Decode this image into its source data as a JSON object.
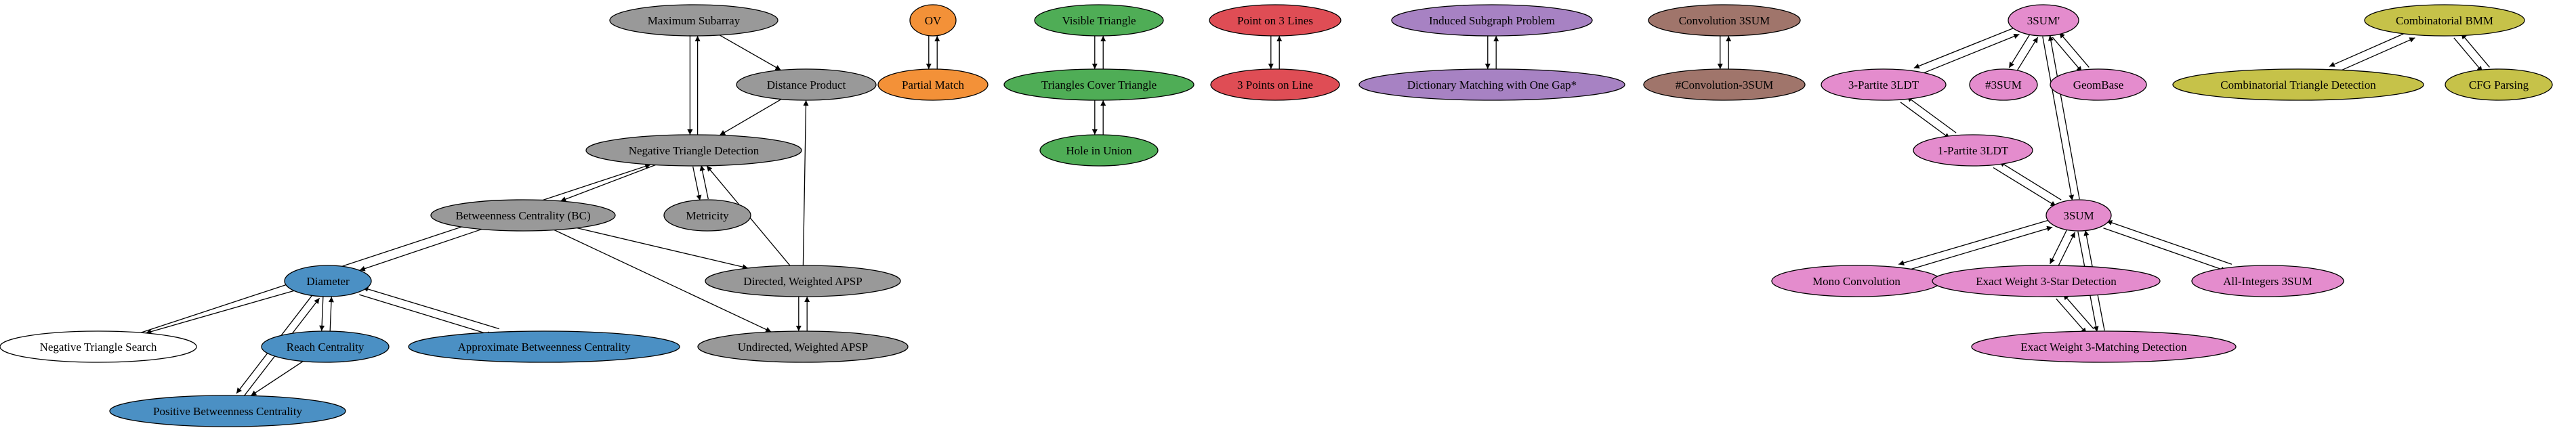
{
  "colors": {
    "gray": "#999999",
    "orange": "#f39138",
    "green": "#4fad56",
    "red": "#df4d55",
    "purple": "#a782c3",
    "brown": "#a0756b",
    "pink": "#e48ccd",
    "blue": "#4b90c4",
    "olive": "#c6c249",
    "white": "#ffffff"
  },
  "nodes": [
    {
      "id": "max_subarray",
      "label": "Maximum Subarray",
      "color": "gray"
    },
    {
      "id": "distance_product",
      "label": "Distance Product",
      "color": "gray"
    },
    {
      "id": "neg_triangle_detection",
      "label": "Negative Triangle Detection",
      "color": "gray"
    },
    {
      "id": "betweenness",
      "label": "Betweenness Centrality (BC)",
      "color": "gray"
    },
    {
      "id": "metricity",
      "label": "Metricity",
      "color": "gray"
    },
    {
      "id": "directed_apsp",
      "label": "Directed, Weighted APSP",
      "color": "gray"
    },
    {
      "id": "undirected_apsp",
      "label": "Undirected, Weighted APSP",
      "color": "gray"
    },
    {
      "id": "diameter",
      "label": "Diameter",
      "color": "blue"
    },
    {
      "id": "reach_centrality",
      "label": "Reach Centrality",
      "color": "blue"
    },
    {
      "id": "approx_betweenness",
      "label": "Approximate Betweenness Centrality",
      "color": "blue"
    },
    {
      "id": "positive_betweenness",
      "label": "Positive Betweenness Centrality",
      "color": "blue"
    },
    {
      "id": "neg_triangle_search",
      "label": "Negative Triangle Search",
      "color": "white"
    },
    {
      "id": "ov",
      "label": "OV",
      "color": "orange"
    },
    {
      "id": "partial_match",
      "label": "Partial Match",
      "color": "orange"
    },
    {
      "id": "visible_triangle",
      "label": "Visible Triangle",
      "color": "green"
    },
    {
      "id": "triangles_cover",
      "label": "Triangles Cover Triangle",
      "color": "green"
    },
    {
      "id": "hole_in_union",
      "label": "Hole in Union",
      "color": "green"
    },
    {
      "id": "point_on_3_lines",
      "label": "Point on 3 Lines",
      "color": "red"
    },
    {
      "id": "three_points_on_line",
      "label": "3 Points on Line",
      "color": "red"
    },
    {
      "id": "induced_subgraph",
      "label": "Induced Subgraph Problem",
      "color": "purple"
    },
    {
      "id": "dictionary_matching",
      "label": "Dictionary Matching with One Gap*",
      "color": "purple"
    },
    {
      "id": "convolution_3sum",
      "label": "Convolution 3SUM",
      "color": "brown"
    },
    {
      "id": "sharp_convolution_3sum",
      "label": "#Convolution-3SUM",
      "color": "brown"
    },
    {
      "id": "three_sum_prime",
      "label": "3SUM'",
      "color": "pink"
    },
    {
      "id": "three_partite_3ldt",
      "label": "3-Partite 3LDT",
      "color": "pink"
    },
    {
      "id": "sharp_3sum",
      "label": "#3SUM",
      "color": "pink"
    },
    {
      "id": "geombase",
      "label": "GeomBase",
      "color": "pink"
    },
    {
      "id": "one_partite_3ldt",
      "label": "1-Partite 3LDT",
      "color": "pink"
    },
    {
      "id": "three_sum",
      "label": "3SUM",
      "color": "pink"
    },
    {
      "id": "mono_convolution",
      "label": "Mono Convolution",
      "color": "pink"
    },
    {
      "id": "exact_weight_3star",
      "label": "Exact Weight 3-Star Detection",
      "color": "pink"
    },
    {
      "id": "all_integers_3sum",
      "label": "All-Integers 3SUM",
      "color": "pink"
    },
    {
      "id": "exact_weight_3matching",
      "label": "Exact Weight 3-Matching Detection",
      "color": "pink"
    },
    {
      "id": "combinatorial_bmm",
      "label": "Combinatorial BMM",
      "color": "olive"
    },
    {
      "id": "combinatorial_triangle",
      "label": "Combinatorial Triangle Detection",
      "color": "olive"
    },
    {
      "id": "cfg_parsing",
      "label": "CFG Parsing",
      "color": "olive"
    }
  ],
  "edges": [
    {
      "from": "max_subarray",
      "to": "neg_triangle_detection"
    },
    {
      "from": "neg_triangle_detection",
      "to": "max_subarray"
    },
    {
      "from": "max_subarray",
      "to": "distance_product"
    },
    {
      "from": "distance_product",
      "to": "neg_triangle_detection"
    },
    {
      "from": "neg_triangle_detection",
      "to": "betweenness"
    },
    {
      "from": "neg_triangle_detection",
      "to": "metricity"
    },
    {
      "from": "metricity",
      "to": "neg_triangle_detection"
    },
    {
      "from": "directed_apsp",
      "to": "neg_triangle_detection"
    },
    {
      "from": "directed_apsp",
      "to": "distance_product"
    },
    {
      "from": "betweenness",
      "to": "diameter"
    },
    {
      "from": "betweenness",
      "to": "directed_apsp"
    },
    {
      "from": "betweenness",
      "to": "undirected_apsp"
    },
    {
      "from": "directed_apsp",
      "to": "undirected_apsp"
    },
    {
      "from": "undirected_apsp",
      "to": "directed_apsp"
    },
    {
      "from": "neg_triangle_search",
      "to": "neg_triangle_detection"
    },
    {
      "from": "diameter",
      "to": "neg_triangle_search"
    },
    {
      "from": "diameter",
      "to": "reach_centrality"
    },
    {
      "from": "reach_centrality",
      "to": "diameter"
    },
    {
      "from": "diameter",
      "to": "approx_betweenness"
    },
    {
      "from": "approx_betweenness",
      "to": "diameter"
    },
    {
      "from": "diameter",
      "to": "positive_betweenness"
    },
    {
      "from": "positive_betweenness",
      "to": "diameter"
    },
    {
      "from": "reach_centrality",
      "to": "positive_betweenness"
    },
    {
      "from": "ov",
      "to": "partial_match"
    },
    {
      "from": "partial_match",
      "to": "ov"
    },
    {
      "from": "visible_triangle",
      "to": "triangles_cover"
    },
    {
      "from": "triangles_cover",
      "to": "visible_triangle"
    },
    {
      "from": "triangles_cover",
      "to": "hole_in_union"
    },
    {
      "from": "hole_in_union",
      "to": "triangles_cover"
    },
    {
      "from": "point_on_3_lines",
      "to": "three_points_on_line"
    },
    {
      "from": "three_points_on_line",
      "to": "point_on_3_lines"
    },
    {
      "from": "induced_subgraph",
      "to": "dictionary_matching"
    },
    {
      "from": "dictionary_matching",
      "to": "induced_subgraph"
    },
    {
      "from": "convolution_3sum",
      "to": "sharp_convolution_3sum"
    },
    {
      "from": "sharp_convolution_3sum",
      "to": "convolution_3sum"
    },
    {
      "from": "three_sum_prime",
      "to": "three_partite_3ldt"
    },
    {
      "from": "three_partite_3ldt",
      "to": "three_sum_prime"
    },
    {
      "from": "three_sum_prime",
      "to": "sharp_3sum"
    },
    {
      "from": "sharp_3sum",
      "to": "three_sum_prime"
    },
    {
      "from": "three_sum_prime",
      "to": "geombase"
    },
    {
      "from": "geombase",
      "to": "three_sum_prime"
    },
    {
      "from": "three_partite_3ldt",
      "to": "one_partite_3ldt"
    },
    {
      "from": "one_partite_3ldt",
      "to": "three_partite_3ldt"
    },
    {
      "from": "one_partite_3ldt",
      "to": "three_sum"
    },
    {
      "from": "three_sum",
      "to": "one_partite_3ldt"
    },
    {
      "from": "three_sum_prime",
      "to": "three_sum"
    },
    {
      "from": "three_sum",
      "to": "three_sum_prime"
    },
    {
      "from": "three_sum",
      "to": "mono_convolution"
    },
    {
      "from": "mono_convolution",
      "to": "three_sum"
    },
    {
      "from": "three_sum",
      "to": "exact_weight_3star"
    },
    {
      "from": "exact_weight_3star",
      "to": "three_sum"
    },
    {
      "from": "three_sum",
      "to": "all_integers_3sum"
    },
    {
      "from": "all_integers_3sum",
      "to": "three_sum"
    },
    {
      "from": "three_sum",
      "to": "exact_weight_3matching"
    },
    {
      "from": "exact_weight_3matching",
      "to": "three_sum"
    },
    {
      "from": "exact_weight_3star",
      "to": "exact_weight_3matching"
    },
    {
      "from": "exact_weight_3matching",
      "to": "exact_weight_3star"
    },
    {
      "from": "combinatorial_bmm",
      "to": "combinatorial_triangle"
    },
    {
      "from": "combinatorial_triangle",
      "to": "combinatorial_bmm"
    },
    {
      "from": "combinatorial_bmm",
      "to": "cfg_parsing"
    },
    {
      "from": "cfg_parsing",
      "to": "combinatorial_bmm"
    }
  ]
}
